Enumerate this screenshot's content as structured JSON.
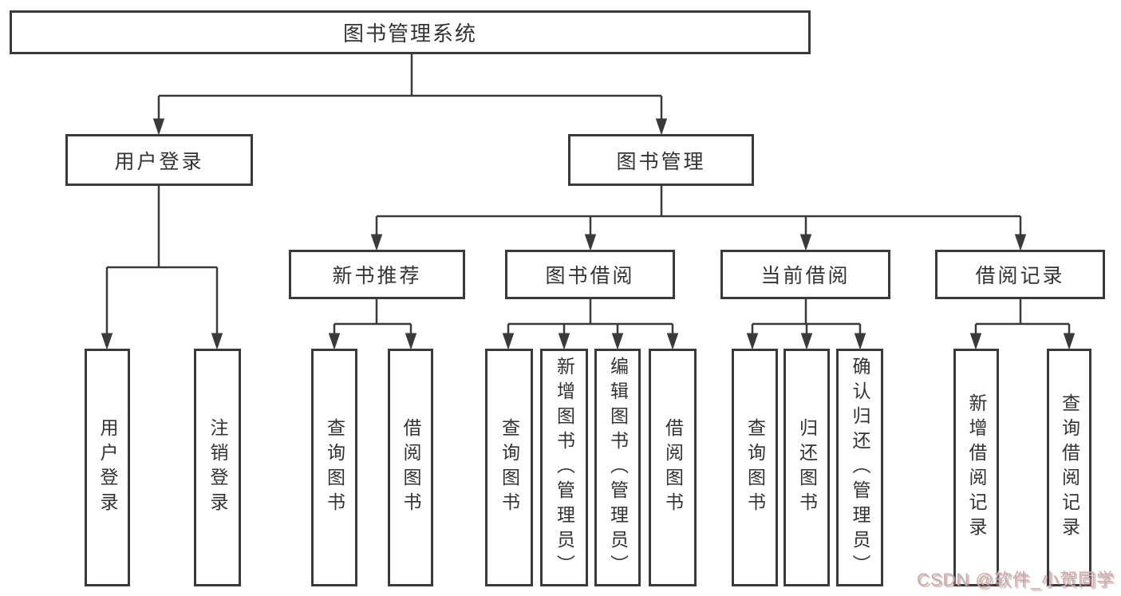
{
  "diagram": {
    "root": {
      "label": "图书管理系统",
      "children": [
        {
          "label": "用户登录",
          "children": [
            {
              "label": "用户登录"
            },
            {
              "label": "注销登录"
            }
          ]
        },
        {
          "label": "图书管理",
          "children": [
            {
              "label": "新书推荐",
              "children": [
                {
                  "label": "查询图书"
                },
                {
                  "label": "借阅图书"
                }
              ]
            },
            {
              "label": "图书借阅",
              "children": [
                {
                  "label": "查询图书"
                },
                {
                  "label": "新增图书（管理员）"
                },
                {
                  "label": "编辑图书（管理员）"
                },
                {
                  "label": "借阅图书"
                }
              ]
            },
            {
              "label": "当前借阅",
              "children": [
                {
                  "label": "查询图书"
                },
                {
                  "label": "归还图书"
                },
                {
                  "label": "确认归还（管理员）"
                }
              ]
            },
            {
              "label": "借阅记录",
              "children": [
                {
                  "label": "新增借阅记录"
                },
                {
                  "label": "查询借阅记录"
                }
              ]
            }
          ]
        }
      ]
    }
  },
  "watermark": {
    "text": "CSDN @软件_小贺同学"
  },
  "style": {
    "line_color": "#3a3a3a",
    "box_border_color": "#3a3a3a",
    "box_background": "#ffffff",
    "text_color": "#333333",
    "watermark_color": "#b5b5b5",
    "watermark_shadow_color": "#de7878"
  }
}
